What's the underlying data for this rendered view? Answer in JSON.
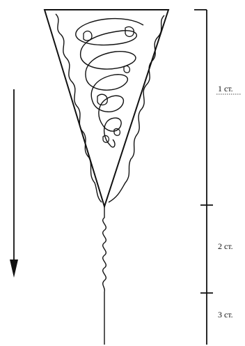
{
  "stages": [
    {
      "label": "1 ст."
    },
    {
      "label": "2 ст."
    },
    {
      "label": "3 ст."
    }
  ]
}
